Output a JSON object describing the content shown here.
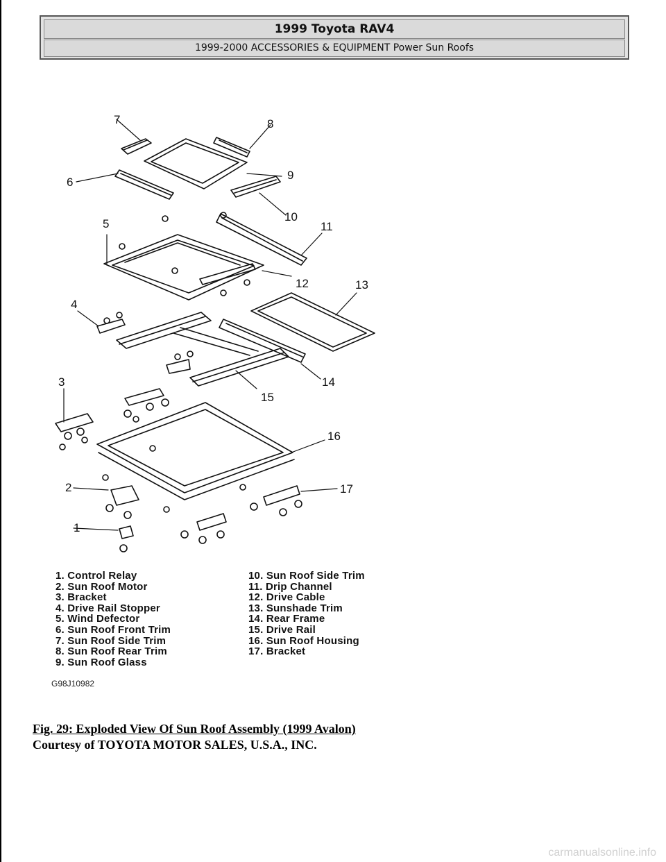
{
  "header": {
    "title": "1999 Toyota RAV4",
    "subtitle": "1999-2000 ACCESSORIES & EQUIPMENT Power Sun Roofs"
  },
  "figure": {
    "callouts": [
      "1",
      "2",
      "3",
      "4",
      "5",
      "6",
      "7",
      "8",
      "9",
      "10",
      "11",
      "12",
      "13",
      "14",
      "15",
      "16",
      "17"
    ],
    "legend_left": [
      "1. Control Relay",
      "2. Sun Roof Motor",
      "3. Bracket",
      "4. Drive Rail Stopper",
      "5. Wind Defector",
      "6. Sun Roof Front Trim",
      "7. Sun Roof Side Trim",
      "8. Sun Roof Rear Trim",
      "9. Sun Roof Glass"
    ],
    "legend_right": [
      "10. Sun Roof Side Trim",
      "11. Drip Channel",
      "12. Drive Cable",
      "13. Sunshade Trim",
      "14. Rear Frame",
      "15. Drive Rail",
      "16. Sun Roof Housing",
      "17. Bracket"
    ],
    "code": "G98J10982"
  },
  "caption": "Fig. 29: Exploded View Of Sun Roof Assembly (1999 Avalon)",
  "courtesy": "Courtesy of TOYOTA MOTOR SALES, U.S.A., INC.",
  "watermark": "carmanualsonline.info"
}
